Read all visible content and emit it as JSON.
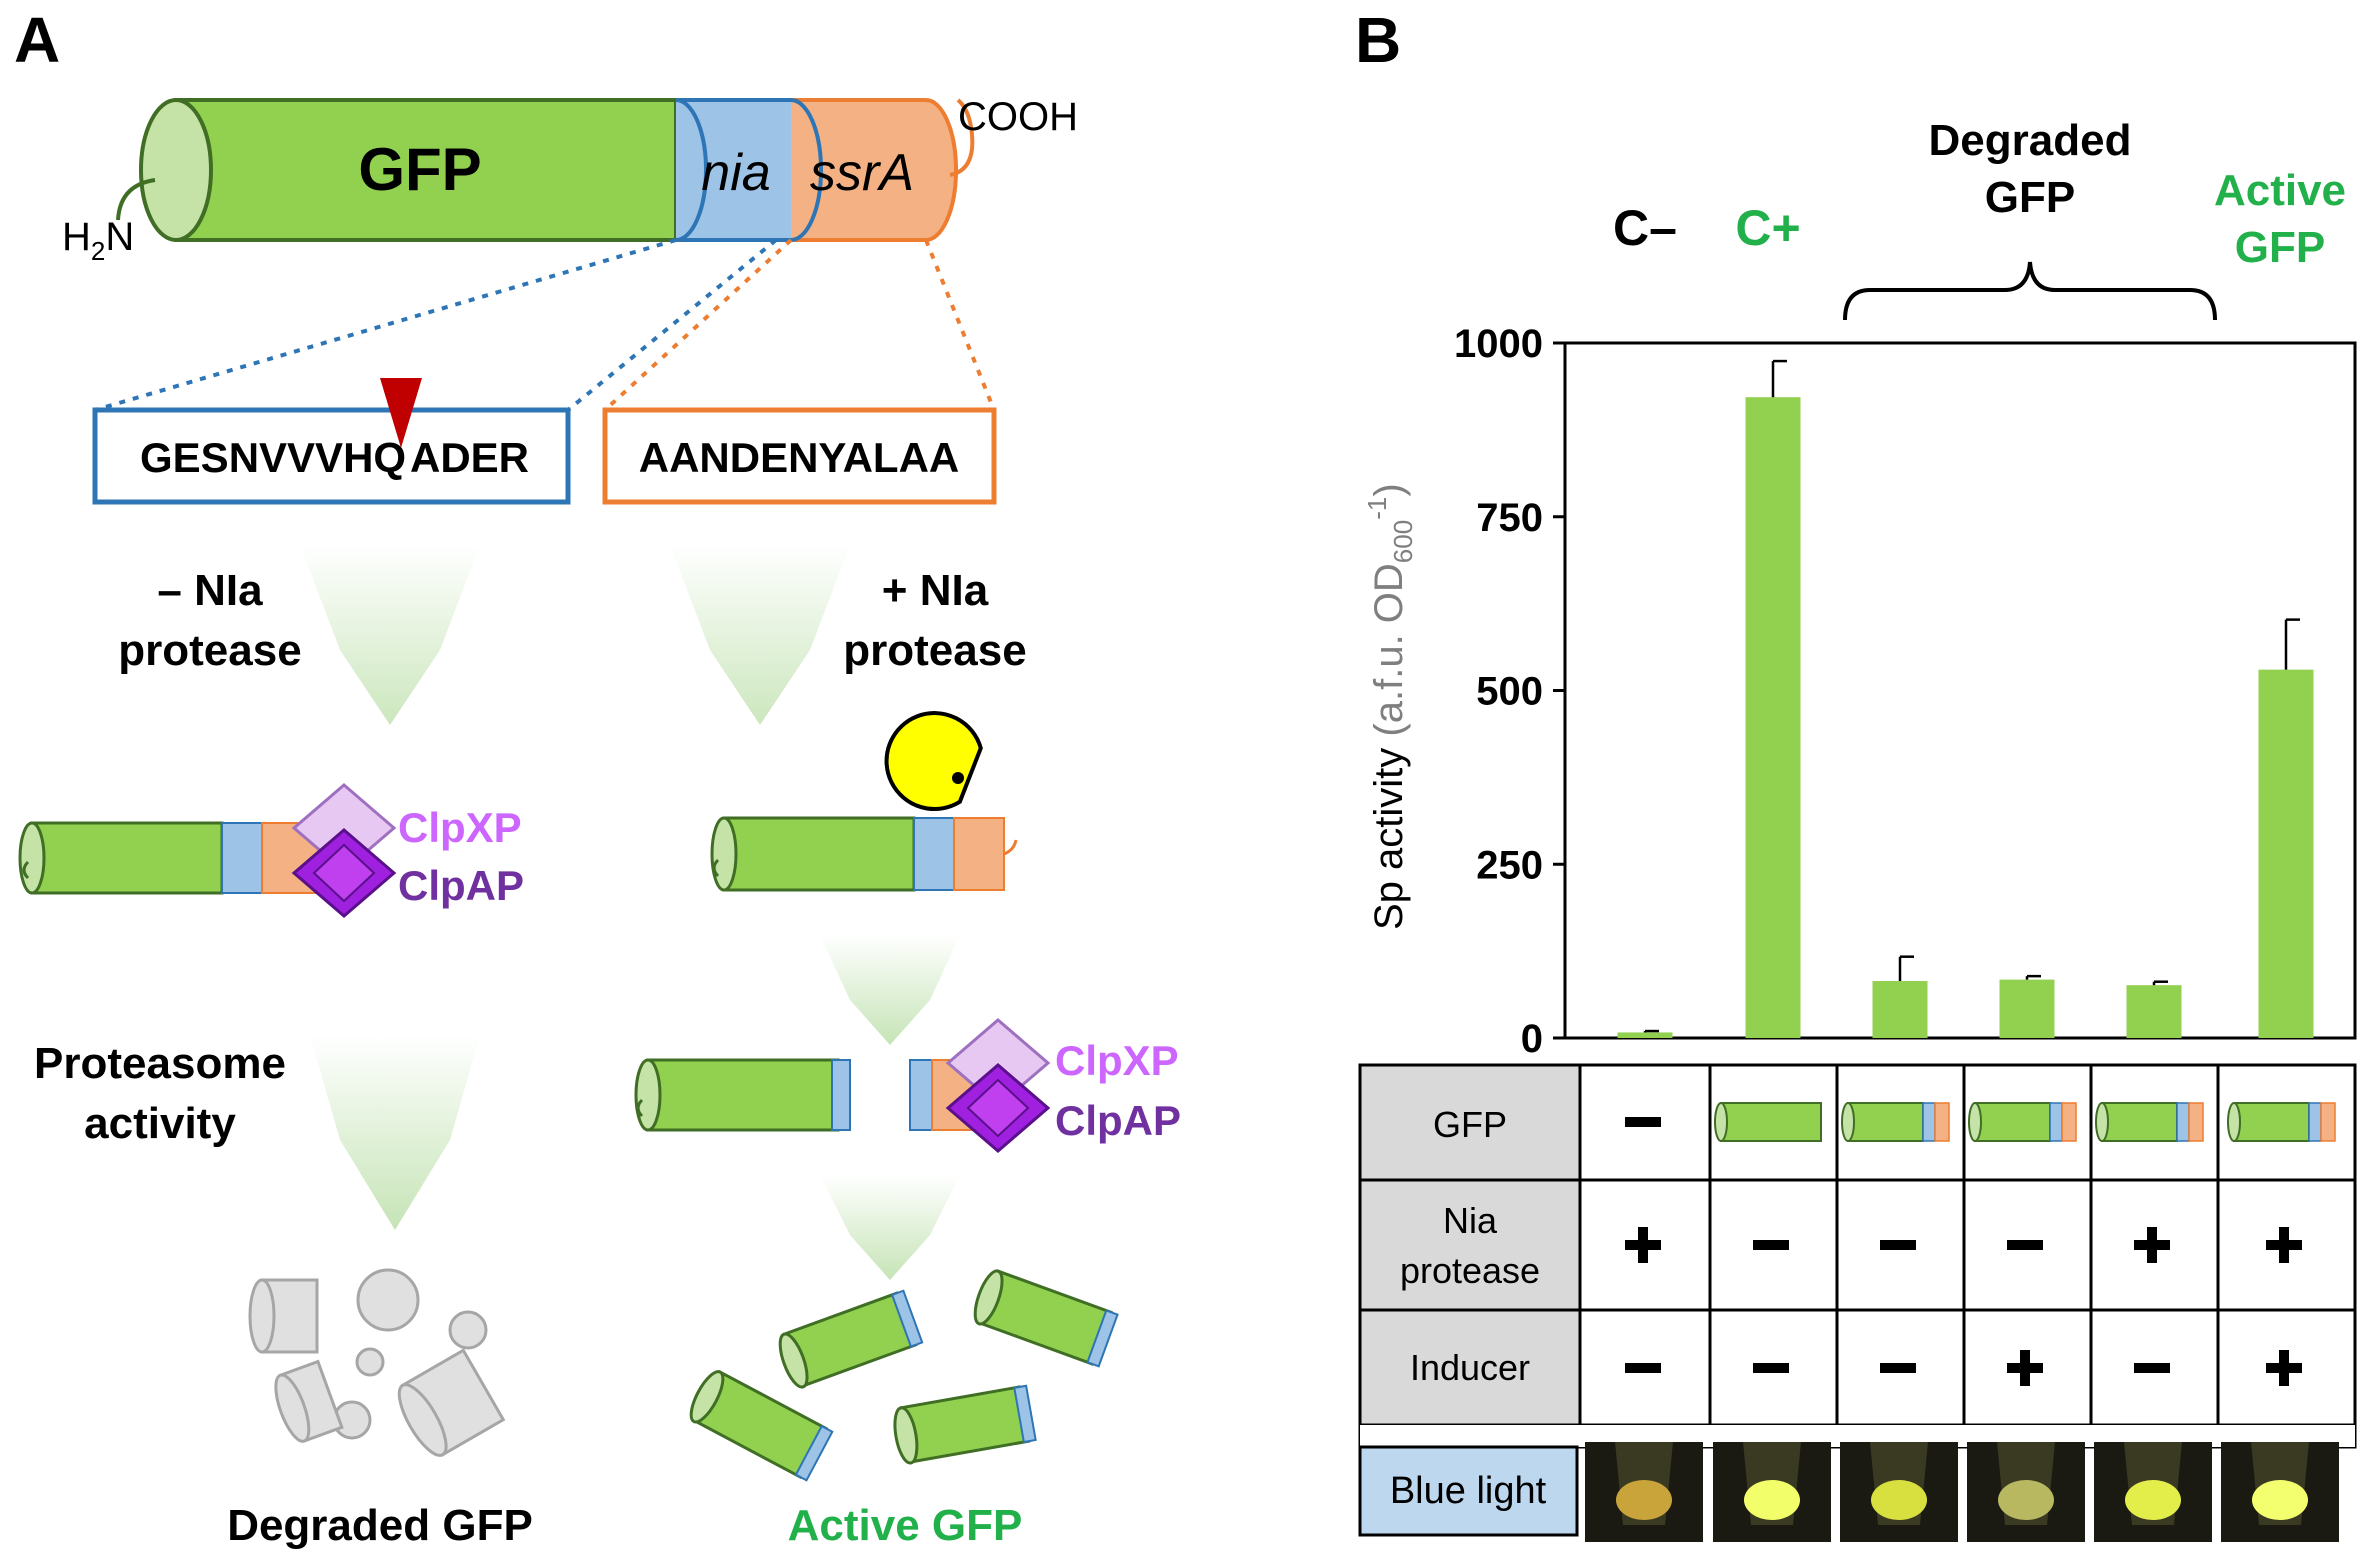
{
  "panel_a": {
    "label": "A",
    "construct": {
      "gfp": "GFP",
      "nia": "nia",
      "ssra": "ssrA",
      "cterm": "COOH",
      "nterm_h": "H",
      "nterm_sub": "2",
      "nterm_n": "N"
    },
    "nia_seq": {
      "left": "GESNVVVHQ",
      "right": "ADER"
    },
    "ssra_seq": "AANDENYALAA",
    "minus_nia": {
      "line1": "– NIa",
      "line2": "protease"
    },
    "plus_nia": {
      "line1": "+ NIa",
      "line2": "protease"
    },
    "clpxp": "ClpXP",
    "clpap": "ClpAP",
    "proteasome": {
      "line1": "Proteasome",
      "line2": "activity"
    },
    "degraded": "Degraded GFP",
    "active": "Active GFP"
  },
  "panel_b": {
    "label": "B",
    "headers": {
      "cminus": "C–",
      "cplus": "C+",
      "degraded_1": "Degraded",
      "degraded_2": "GFP",
      "active_1": "Active",
      "active_2": "GFP"
    },
    "y_axis": {
      "main": "Sp activity",
      "unit_pre": "(a.f.u. OD",
      "unit_sub": "600",
      "unit_sup": "-1",
      "unit_post": ")"
    },
    "table": {
      "row_gfp": "GFP",
      "row_nia_1": "Nia",
      "row_nia_2": "protease",
      "row_inducer": "Inducer",
      "row_light": "Blue light",
      "gfp_cells": [
        "–",
        "construct-untagged",
        "construct-tagged",
        "construct-tagged",
        "construct-tagged",
        "construct-tagged"
      ],
      "nia_cells": [
        "+",
        "–",
        "–",
        "–",
        "+",
        "+"
      ],
      "inducer_cells": [
        "–",
        "–",
        "–",
        "+",
        "–",
        "+"
      ],
      "light_cells": [
        "#c9a43a",
        "#f2ff6a",
        "#d8e040",
        "#b7b860",
        "#e4ee4a",
        "#f4ff70"
      ]
    }
  },
  "colors": {
    "gfp_green": "#92d050",
    "gfp_dark": "#3f6e24",
    "nia_blue": "#9dc3e6",
    "nia_border": "#2e75b6",
    "ssra_orange": "#f4b183",
    "ssra_border": "#ed7d31",
    "clpxp": "#cc66ff",
    "clpap": "#7030a0",
    "green_text": "#22b04a",
    "cleavage_red": "#c00000"
  },
  "chart_data": {
    "type": "bar",
    "categories": [
      "C–",
      "C+",
      "Degraded GFP 1",
      "Degraded GFP 2",
      "Degraded GFP 3",
      "Active GFP"
    ],
    "values": [
      8,
      922,
      82,
      84,
      76,
      530
    ],
    "errors": [
      2,
      52,
      35,
      5,
      5,
      72
    ],
    "ylim": [
      0,
      1000
    ],
    "yticks": [
      "0",
      "250",
      "500",
      "750",
      "1000"
    ],
    "ylabel": "Sp activity (a.f.u. OD600-1)",
    "bar_color": "#92d050"
  }
}
